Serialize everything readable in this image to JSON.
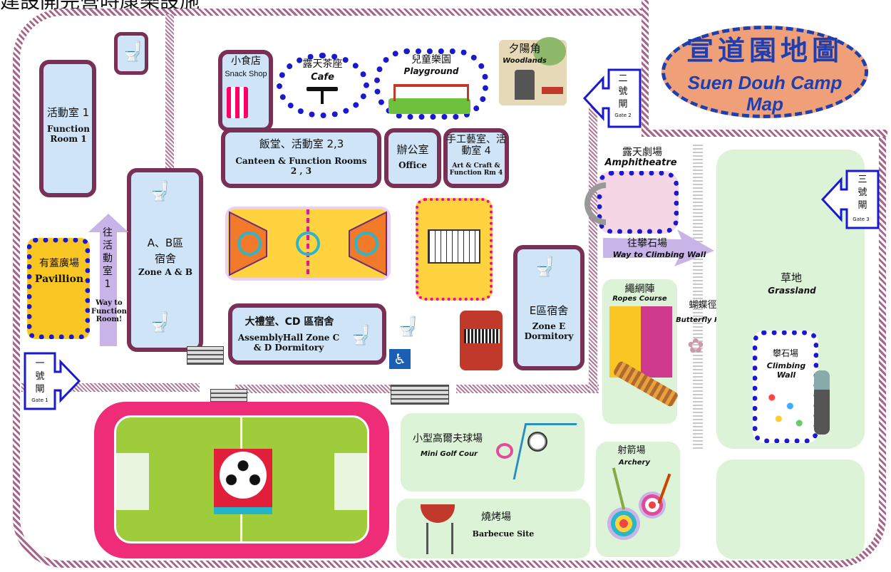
{
  "header": {
    "partial_title": "建設開完營時康樂設施"
  },
  "map_title": {
    "zh": "宣道園地圖",
    "en": "Suen Douh Camp Map"
  },
  "gates": [
    {
      "zh": "一號閘",
      "en": "Gate 1"
    },
    {
      "zh": "二號閘",
      "en": "Gate 2"
    },
    {
      "zh": "三號閘",
      "en": "Gate 3"
    }
  ],
  "facilities": {
    "function_room_1": {
      "zh": "活動室 1",
      "en": "Function Room 1"
    },
    "snack_shop": {
      "zh": "小食店",
      "en": "Snack Shop"
    },
    "cafe": {
      "zh": "露天茶座",
      "en": "Cafe"
    },
    "playground": {
      "zh": "兒童樂園",
      "en": "Playground"
    },
    "woodlands": {
      "zh": "夕陽角",
      "en": "Woodlands"
    },
    "canteen": {
      "zh": "飯堂、活動室 2,3",
      "en": "Canteen & Function Rooms 2 , 3"
    },
    "office": {
      "zh": "辦公室",
      "en": "Office"
    },
    "art_craft": {
      "zh": "手工藝室、活動室 4",
      "en": "Art & Craft & Function Rm 4"
    },
    "zone_ab": {
      "zh": "A、B區宿舍",
      "en": "Zone A & B"
    },
    "way_function_room": {
      "zh": "往活動室1",
      "en": "Way to Function Room!"
    },
    "pavillion": {
      "zh": "有蓋廣場",
      "en": "Pavillion"
    },
    "assembly_hall": {
      "zh": "大禮堂、CD 區宿舍",
      "en": "AssemblyHall Zone C & D Dormitory"
    },
    "zone_e": {
      "zh": "E區宿舍",
      "en": "Zone E Dormitory"
    },
    "amphitheatre": {
      "zh": "露天劇場",
      "en": "Amphitheatre"
    },
    "way_climbing": {
      "zh": "往攀石場",
      "en": "Way to Climbing Wall"
    },
    "ropes_course": {
      "zh": "繩網陣",
      "en": "Ropes Course"
    },
    "butterfly_road": {
      "zh": "蝴蝶徑",
      "en": "Butterfly Road"
    },
    "grassland": {
      "zh": "草地",
      "en": "Grassland"
    },
    "climbing_wall": {
      "zh": "攀石場",
      "en": "Climbing Wall"
    },
    "mini_golf": {
      "zh": "小型高爾夫球場",
      "en": "Mini Golf Cour"
    },
    "archery": {
      "zh": "射箭場",
      "en": "Archery"
    },
    "barbecue": {
      "zh": "燒烤場",
      "en": "Barbecue Site"
    }
  },
  "colors": {
    "building_fill": "#cfe4f7",
    "building_border": "#7a2f55",
    "green_area": "#dcf3d8",
    "field": "#9fcc3b",
    "track": "#ee2c78",
    "court": "#ffd23f",
    "title_oval": "#f0a078",
    "title_text": "#1e3fb0",
    "dotted_border": "#1a1acc"
  },
  "icons": [
    "toilet-icon",
    "wheelchair-icon",
    "soccer-ball-icon",
    "gate-arrow-icon",
    "butterfly-icon",
    "bbq-grill-icon",
    "target-icon",
    "golf-ball-icon"
  ]
}
